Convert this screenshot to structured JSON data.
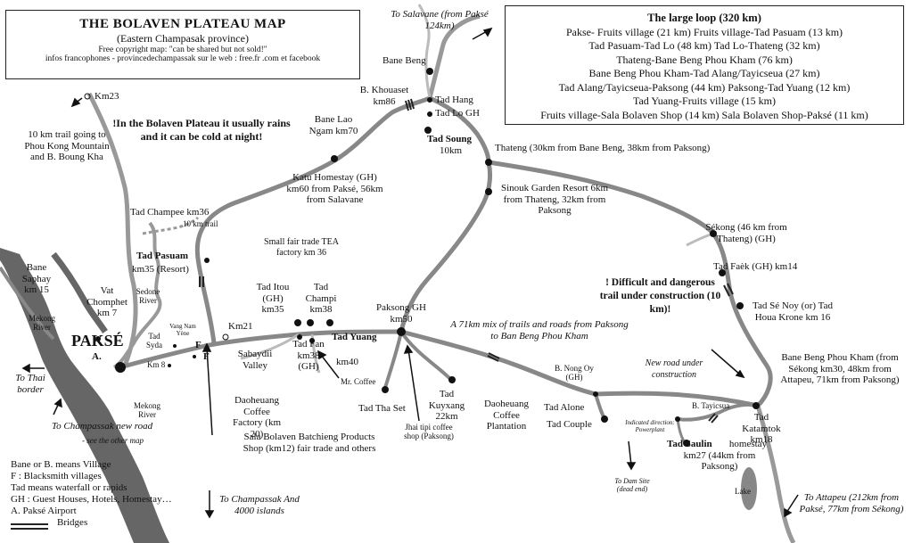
{
  "title_box": {
    "title": "THE BOLAVEN PLATEAU MAP",
    "subtitle": "(Eastern Champasak province)",
    "copyright": "Free copyright map: \"can be shared but not sold!\"",
    "info": "infos francophones - provincedechampassak sur le web : free.fr .com et facebook"
  },
  "loop_box": {
    "title": "The large loop  (320 km)",
    "lines": [
      "Pakse- Fruits village (21 km) Fruits village-Tad Pasuam (13 km)",
      "Tad Pasuam-Tad Lo (48 km) Tad Lo-Thateng (32 km)",
      "Thateng-Bane Beng Phou Kham (76 km)",
      "Bane Beng Phou Kham-Tad Alang/Tayicseua (27 km)",
      "Tad Alang/Tayicseua-Paksong (44 km) Paksong-Tad Yuang (12 km)",
      "Tad Yuang-Fruits village (15 km)",
      "Fruits village-Sala Bolaven Shop (14 km) Sala Bolaven Shop-Paksé (11 km)"
    ]
  },
  "warnings": {
    "rain": "!In the Bolaven Plateau it usually rains and it can be cold at night!",
    "trail": "! Difficult and dangerous trail under construction (10 km)!"
  },
  "legend": {
    "bane": "Bane or B. means Village",
    "f": "F : Blacksmith villages",
    "tad": "Tad means waterfall or rapids",
    "gh": "GH : Guest Houses, Hotels, Homestay…",
    "airport": "A. Paksé Airport",
    "bridges": "Bridges"
  },
  "places": {
    "to_salavane": "To Salavane (from Paksé 124km)",
    "bane_beng": "Bane Beng",
    "b_khouaset": "B. Khouaset km86",
    "tad_hang": "Tad Hang",
    "tad_lo": "Tad Lo GH",
    "tad_soung": "Tad Soung",
    "tad_soung_km": "10km",
    "bane_lao_ngam": "Bane Lao Ngam km70",
    "thateng": "Thateng (30km from Bane Beng, 38km from Paksong)",
    "sinouk": "Sinouk Garden Resort 6km from Thateng, 32km from Paksong",
    "katu": "Katu Homestay (GH) km60 from Paksé, 56km from Salavane",
    "km23": "Km23",
    "trail_10km": "10 km trail going to Phou Kong Mountain and B. Boung Kha",
    "tad_champee": "Tad Champee km36",
    "ten_km_trail": "10 km trail",
    "tad_pasuam": "Tad Pasuam",
    "tad_pasuam_km": "km35 (Resort)",
    "tea_factory": "Small fair trade TEA factory km 36",
    "sekong": "Sékong (46 km from Thateng) (GH)",
    "tad_faek": "Tad Faèk (GH) km14",
    "tad_se_noy": "Tad Sé Noy (or) Tad Houa Krone km 16",
    "bane_saphay": "Bane Saphay km 15",
    "vat_chomphet": "Vat Chomphet km 7",
    "sedone_river": "Sedone River",
    "mekong_river_top": "Mekong River",
    "tad_itou": "Tad Itou (GH) km35",
    "tad_champi": "Tad Champi km38",
    "paksong": "Paksong GH km50",
    "mix_trails": "A 71km mix of trails and roads from Paksong to Ban Beng Phou Kham",
    "pakse": "PAKSÉ",
    "airport_a": "A.",
    "km21": "Km21",
    "tad_syda": "Tad Syda",
    "vang_nam_yene": "Vang Nam Yène",
    "f1": "F",
    "f2": "F",
    "km8": "Km 8",
    "sabaydii": "Sabaydii Valley",
    "tad_fan": "Tad Fan km38 (GH)",
    "tad_yuang": "Tad Yuang",
    "tad_yuang_km": "km40",
    "mr_coffee": "Mr. Coffee",
    "to_thai": "To Thai border",
    "daoheuang_factory": "Daoheuang Coffee Factory (km 20)",
    "tad_tha_set": "Tad Tha Set",
    "tad_kuyxang": "Tad Kuyxang 22km",
    "daoheuang_plantation": "Daoheuang Coffee Plantation",
    "b_nong_oy": "B. Nong Oy (GH)",
    "new_road": "New road under construction",
    "bane_beng_phou_kham": "Bane Beng Phou Kham (from Sékong km30, 48km from Attapeu, 71km from Paksong)",
    "tad_alone": "Tad Alone",
    "b_tayicsua": "B. Tayicsua",
    "tad_couple": "Tad Couple",
    "indicated_direction": "Indicated direction: Powerplant",
    "tad_katamtok": "Tad Katamtok km18",
    "tad_saulin": "Tad Saulin",
    "tad_saulin_rest": "homestay km27 (44km from Paksong)",
    "to_champassak_new": "To Champassak new road",
    "see_other_map": "- see the other map",
    "mekong_river_bottom": "Mekong River",
    "sala_bolaven": "Sala Bolaven Batchieng Products Shop (km12) fair trade and others",
    "jhai": "Jhai tipi coffee shop (Paksong)",
    "to_dam": "To Dam Site (dead end)",
    "lake": "Lake",
    "to_champassak_islands": "To Champassak And 4000 islands",
    "to_attapeu": "To Attapeu (212km from Paksé, 77km from Sékong)"
  }
}
